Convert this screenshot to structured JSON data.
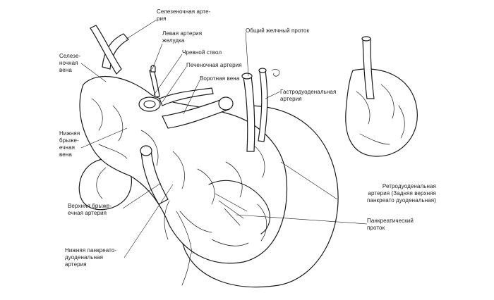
{
  "labels": {
    "splenic_artery": "Селезеночная арте-\nрия",
    "left_gastric_artery": "Левая артерия\nжелудка",
    "celiac_trunk": "Чревной ствол",
    "hepatic_artery": "Печеночная артерия",
    "portal_vein": "Воротная вена",
    "common_bile_duct": "Общий желчный проток",
    "gastroduodenal_artery": "Гастродуоденальная\nартерия",
    "splenic_vein": "Селезе-\nночная\nвена",
    "inferior_mesenteric_vein": "Нижняя\nбрыже-\nечная\nвена",
    "retroduodenal_artery": "Ретродуоденальная\nартерия (Задняя верхняя\nпанкреато дуоденальная)",
    "pancreatic_duct": "Панкреатический\nпроток",
    "superior_mesenteric_artery": "Верхняя брыже-\nечная артерия",
    "inferior_pancreaticoduodenal_artery": "Нижняя панкреато-\nдуоденальная\nартерия"
  }
}
